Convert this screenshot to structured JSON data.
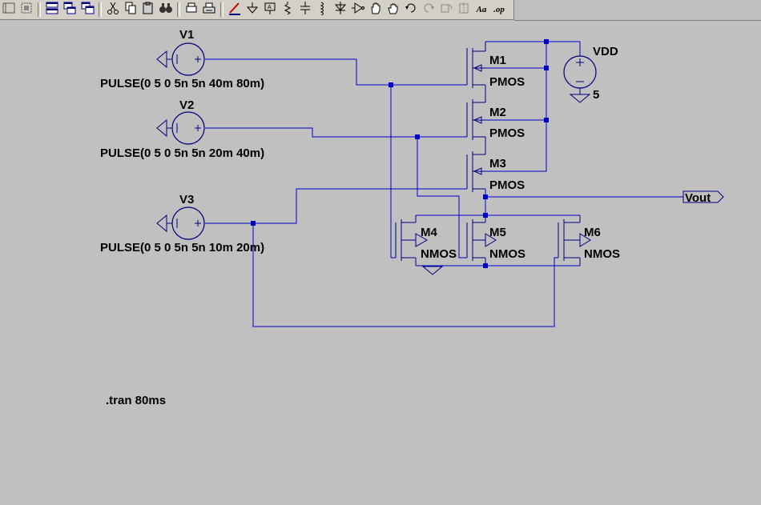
{
  "toolbar": {
    "buttons": [
      {
        "name": "hide-panel-icon"
      },
      {
        "name": "zoom-fit-icon"
      },
      {
        "sep": true
      },
      {
        "name": "tile-horizontal-icon"
      },
      {
        "name": "cascade-windows-icon"
      },
      {
        "name": "tile-vertical-icon"
      },
      {
        "sep": true
      },
      {
        "name": "cut-icon"
      },
      {
        "name": "copy-icon"
      },
      {
        "name": "paste-icon"
      },
      {
        "name": "find-icon"
      },
      {
        "sep": true
      },
      {
        "name": "print-setup-icon"
      },
      {
        "name": "print-icon"
      },
      {
        "sep": true
      },
      {
        "name": "draw-wire-icon"
      },
      {
        "name": "ground-icon"
      },
      {
        "name": "label-net-icon"
      },
      {
        "name": "resistor-icon"
      },
      {
        "name": "capacitor-icon"
      },
      {
        "name": "inductor-icon"
      },
      {
        "name": "diode-icon"
      },
      {
        "name": "component-icon"
      },
      {
        "name": "move-hand-icon"
      },
      {
        "name": "drag-hand-icon"
      },
      {
        "name": "undo-icon"
      },
      {
        "name": "redo-icon"
      },
      {
        "name": "rotate-icon"
      },
      {
        "name": "mirror-icon"
      },
      {
        "name": "text-icon",
        "text": "Aa"
      },
      {
        "name": "spice-directive-icon",
        "text": ".op"
      }
    ]
  },
  "schematic": {
    "sources": [
      {
        "name": "V1",
        "value": "PULSE(0 5 0 5n 5n 40m 80m)"
      },
      {
        "name": "V2",
        "value": "PULSE(0 5 0 5n 5n 20m 40m)"
      },
      {
        "name": "V3",
        "value": "PULSE(0 5 0 5n 5n 10m 20m)"
      }
    ],
    "supply": {
      "name": "VDD",
      "value": "5"
    },
    "transistors": [
      {
        "name": "M1",
        "model": "PMOS"
      },
      {
        "name": "M2",
        "model": "PMOS"
      },
      {
        "name": "M3",
        "model": "PMOS"
      },
      {
        "name": "M4",
        "model": "NMOS"
      },
      {
        "name": "M5",
        "model": "NMOS"
      },
      {
        "name": "M6",
        "model": "NMOS"
      }
    ],
    "output_label": "Vout",
    "directive": ".tran 80ms",
    "colors": {
      "wire": "#0000cc",
      "component": "#000080",
      "junction": "#0000cc",
      "background": "#c0c0c0"
    }
  }
}
